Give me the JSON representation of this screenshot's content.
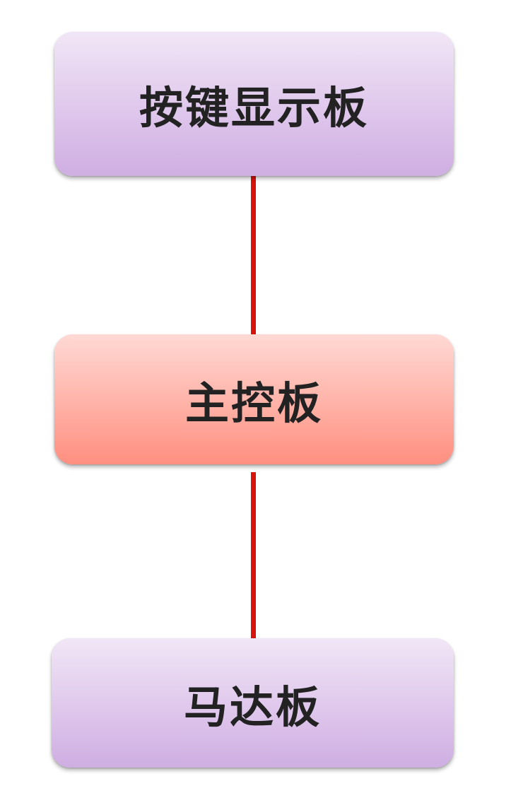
{
  "diagram": {
    "nodes": [
      {
        "id": "top",
        "label": "按键显示板",
        "color": "#dfc7ec"
      },
      {
        "id": "middle",
        "label": "主控板",
        "color": "#ffb1a6"
      },
      {
        "id": "bottom",
        "label": "马达板",
        "color": "#dfc7ec"
      }
    ],
    "connector_color": "#d6140c",
    "edges": [
      {
        "from": "top",
        "to": "middle"
      },
      {
        "from": "middle",
        "to": "bottom"
      }
    ]
  }
}
